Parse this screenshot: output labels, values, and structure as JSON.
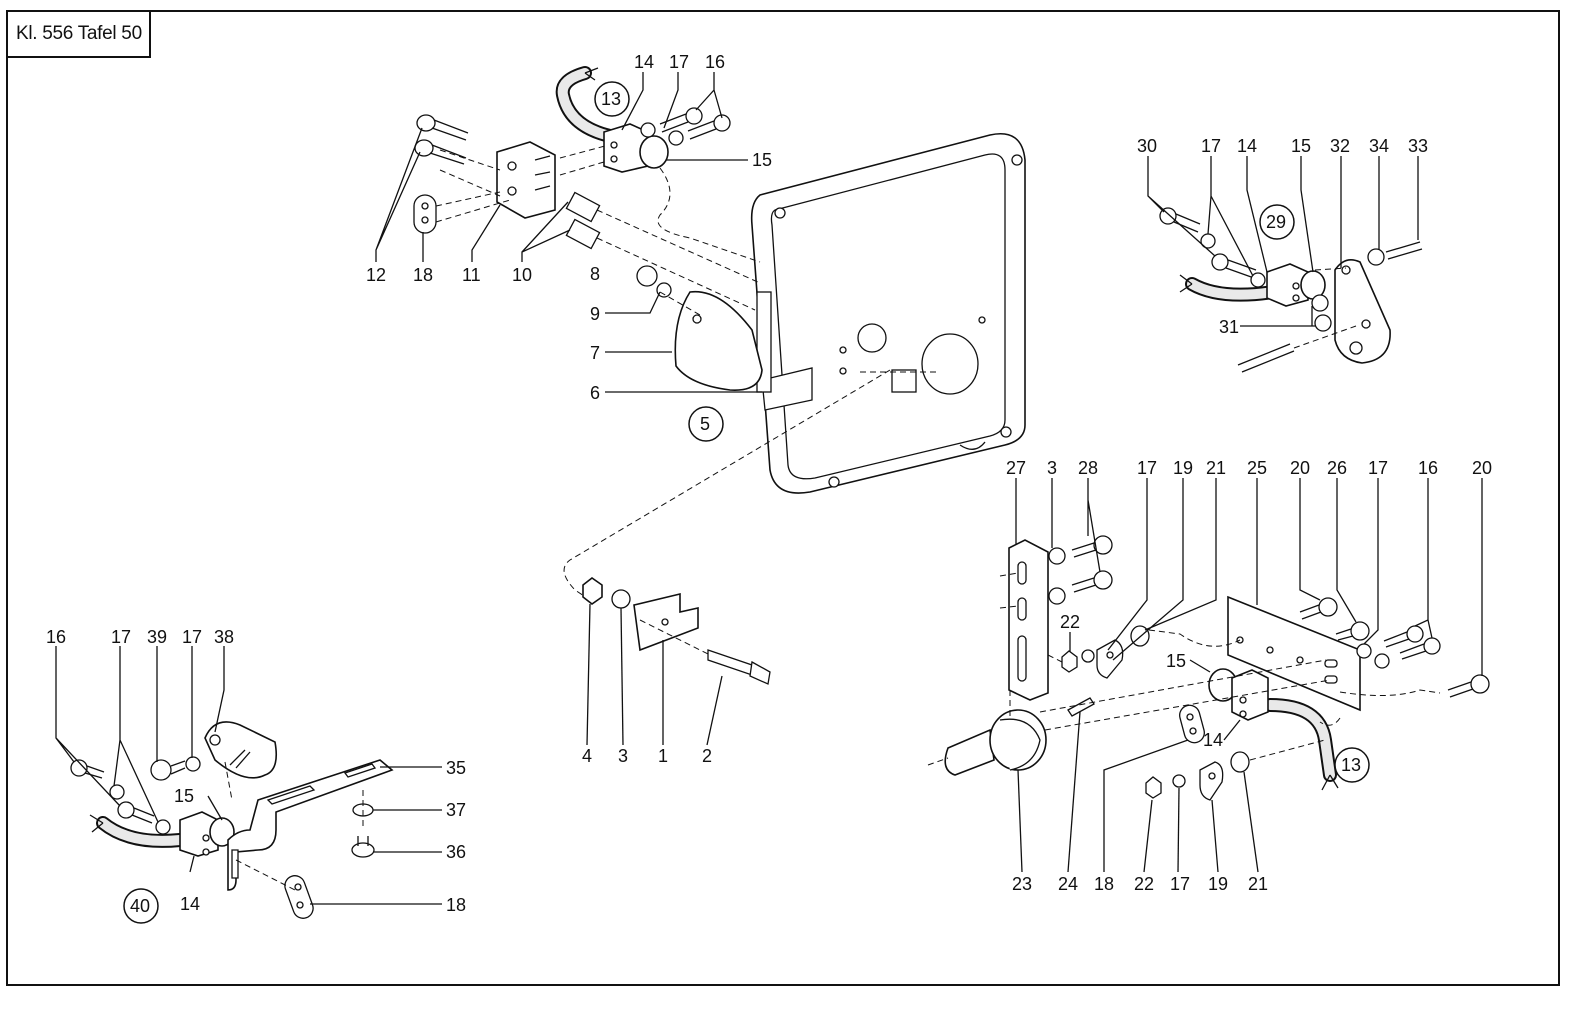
{
  "title": "Kl. 556 Tafel 50",
  "callouts": [
    "1",
    "2",
    "3",
    "4",
    "5",
    "6",
    "7",
    "8",
    "9",
    "10",
    "11",
    "12",
    "13",
    "14",
    "15",
    "16",
    "17",
    "18",
    "19",
    "20",
    "21",
    "22",
    "23",
    "24",
    "25",
    "26",
    "27",
    "28",
    "29",
    "30",
    "31",
    "32",
    "33",
    "34",
    "35",
    "36",
    "37",
    "38",
    "39",
    "40"
  ]
}
